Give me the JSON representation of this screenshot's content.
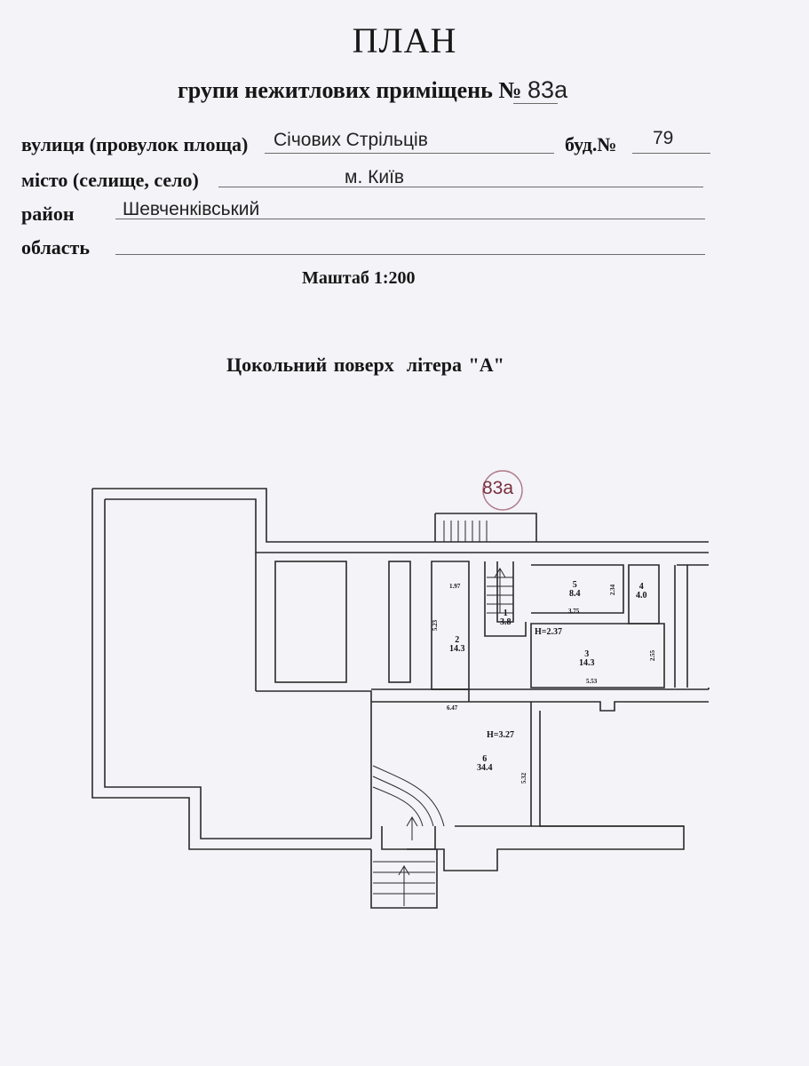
{
  "header": {
    "title": "ПЛАН",
    "subtitle": "групи нежитлових приміщень №",
    "premises_number": "83а"
  },
  "address": {
    "street_label": "вулиця (провулок площа)",
    "street_value": "Січових Стрільців",
    "building_label": "буд.№",
    "building_value": "79",
    "city_label": "місто (селище, село)",
    "city_value": "м. Київ",
    "district_label": "район",
    "district_value": "Шевченківський",
    "region_label": "область",
    "region_value": ""
  },
  "scale": "Маштаб 1:200",
  "floor": {
    "name": "Цокольний поверх",
    "letter": "літера \"А\""
  },
  "plan": {
    "badge": "83а",
    "rooms": [
      {
        "number": "1",
        "area": "3.8"
      },
      {
        "number": "2",
        "area": "14.3"
      },
      {
        "number": "3",
        "area": "14.3"
      },
      {
        "number": "4",
        "area": "4.0"
      },
      {
        "number": "5",
        "area": "8.4"
      },
      {
        "number": "6",
        "area": "34.4"
      }
    ],
    "heights": [
      "H=2.37",
      "H=3.27"
    ],
    "dimensions": [
      "1.97",
      "5.23",
      "3.75",
      "2.34",
      "2.55",
      "5.53",
      "6.47",
      "5.32"
    ]
  }
}
